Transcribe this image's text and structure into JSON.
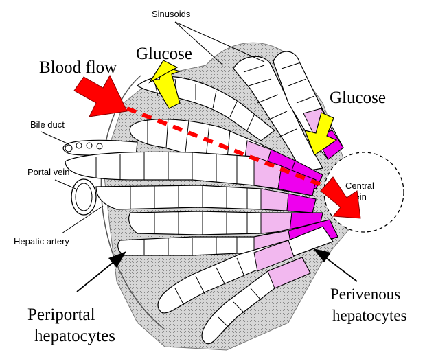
{
  "labels": {
    "sinusoids": "Sinusoids",
    "glucose_top": "Glucose",
    "blood_flow": "Blood flow",
    "glucose_right": "Glucose",
    "bile_duct": "Bile duct",
    "portal_vein": "Portal vein",
    "central_vein_line1": "Central",
    "central_vein_line2": "vein",
    "hepatic_artery": "Hepatic artery",
    "periportal_line1": "Periportal",
    "periportal_line2": "hepatocytes",
    "perivenous_line1": "Perivenous",
    "perivenous_line2": "hepatocytes"
  },
  "colors": {
    "periportal_cell": "#ffffff",
    "intermediate_cell": "#f2b8ef",
    "perivenous_cell": "#ee00ee",
    "blood_flow_arrow": "#ff0000",
    "glucose_arrow": "#ffff00",
    "tissue_shade": "#c9c9c9"
  }
}
